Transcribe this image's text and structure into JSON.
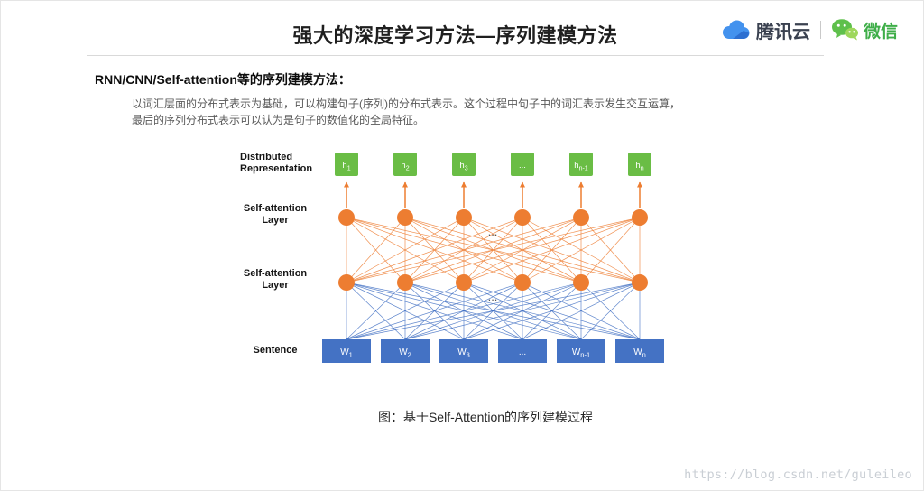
{
  "header": {
    "title": "强大的深度学习方法—序列建模方法",
    "brand": {
      "tencent_cloud_label": "腾讯云",
      "wechat_label": "微信"
    }
  },
  "content": {
    "section_heading": "RNN/CNN/Self-attention等的序列建模方法：",
    "body_lines": [
      "以词汇层面的分布式表示为基础，可以构建句子(序列)的分布式表示。这个过程中句子中的词汇表示发生交互运算，",
      "最后的序列分布式表示可以认为是句子的数值化的全局特征。"
    ],
    "caption": "图：基于Self-Attention的序列建模过程"
  },
  "diagram": {
    "labels": {
      "distributed_line1": "Distributed",
      "distributed_line2": "Representation",
      "attn1_line1": "Self-attention",
      "attn1_line2": "Layer",
      "attn2_line1": "Self-attention",
      "attn2_line2": "Layer",
      "sentence": "Sentence"
    },
    "top_boxes": [
      {
        "base": "h",
        "sub": "1"
      },
      {
        "base": "h",
        "sub": "2"
      },
      {
        "base": "h",
        "sub": "3"
      },
      {
        "base": "...",
        "sub": ""
      },
      {
        "base": "h",
        "sub": "n-1"
      },
      {
        "base": "h",
        "sub": "n"
      }
    ],
    "bottom_boxes": [
      {
        "base": "W",
        "sub": "1"
      },
      {
        "base": "W",
        "sub": "2"
      },
      {
        "base": "W",
        "sub": "3"
      },
      {
        "base": "...",
        "sub": ""
      },
      {
        "base": "W",
        "sub": "n-1"
      },
      {
        "base": "W",
        "sub": "n"
      }
    ],
    "ellipsis": "...",
    "colors": {
      "green": "#6abd45",
      "orange": "#ed7d31",
      "blue": "#4472c4"
    }
  },
  "watermark": "https://blog.csdn.net/guleileo"
}
